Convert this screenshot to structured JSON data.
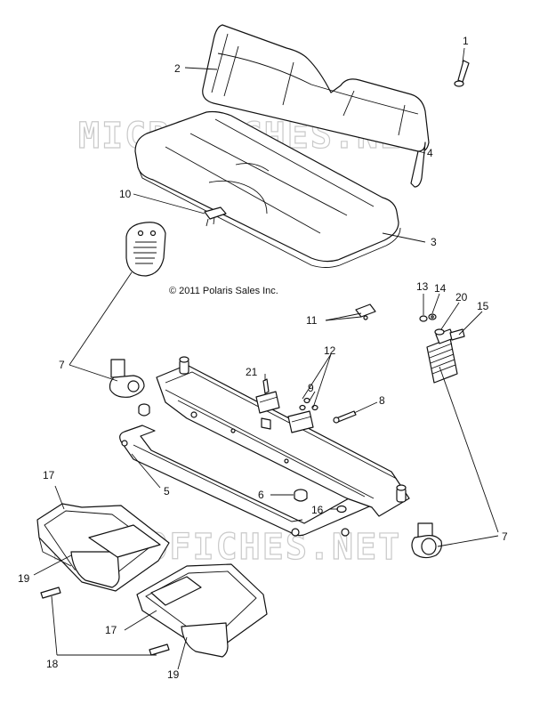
{
  "copyright": "© 2011 Polaris Sales Inc.",
  "watermark": "MICROFICHES.NET",
  "callouts": [
    "1",
    "2",
    "3",
    "4",
    "5",
    "6",
    "7",
    "7",
    "8",
    "9",
    "10",
    "11",
    "12",
    "13",
    "14",
    "15",
    "16",
    "17",
    "17",
    "18",
    "19",
    "19",
    "20",
    "21"
  ]
}
